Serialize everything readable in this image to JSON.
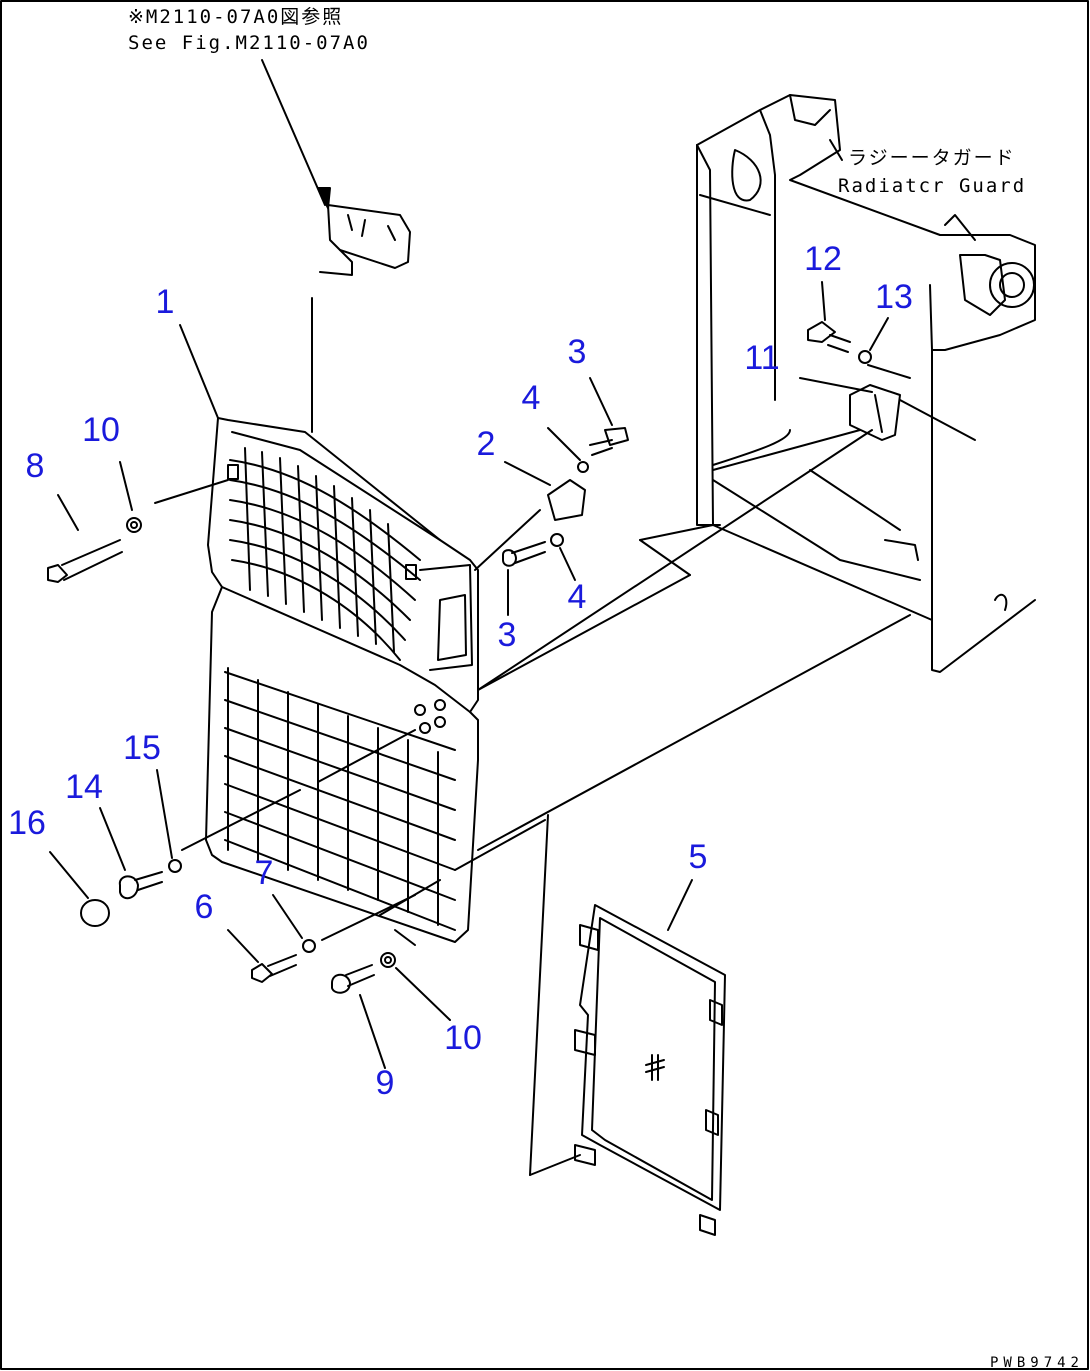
{
  "notes": {
    "ref_ja": "※M2110-07A0図参照",
    "ref_en": "See Fig.M2110-07A0",
    "guard_ja": "ラジーータガード",
    "guard_en": "Radiatcr Guard"
  },
  "callouts": {
    "c1": "1",
    "c2": "2",
    "c3a": "3",
    "c3b": "3",
    "c4a": "4",
    "c4b": "4",
    "c5": "5",
    "c6": "6",
    "c7": "7",
    "c8": "8",
    "c9": "9",
    "c10a": "10",
    "c10b": "10",
    "c11": "11",
    "c12": "12",
    "c13": "13",
    "c14": "14",
    "c15": "15",
    "c16": "16"
  },
  "footer": "PWB9742",
  "colors": {
    "callout": "#1a1adc",
    "line": "#000000"
  }
}
